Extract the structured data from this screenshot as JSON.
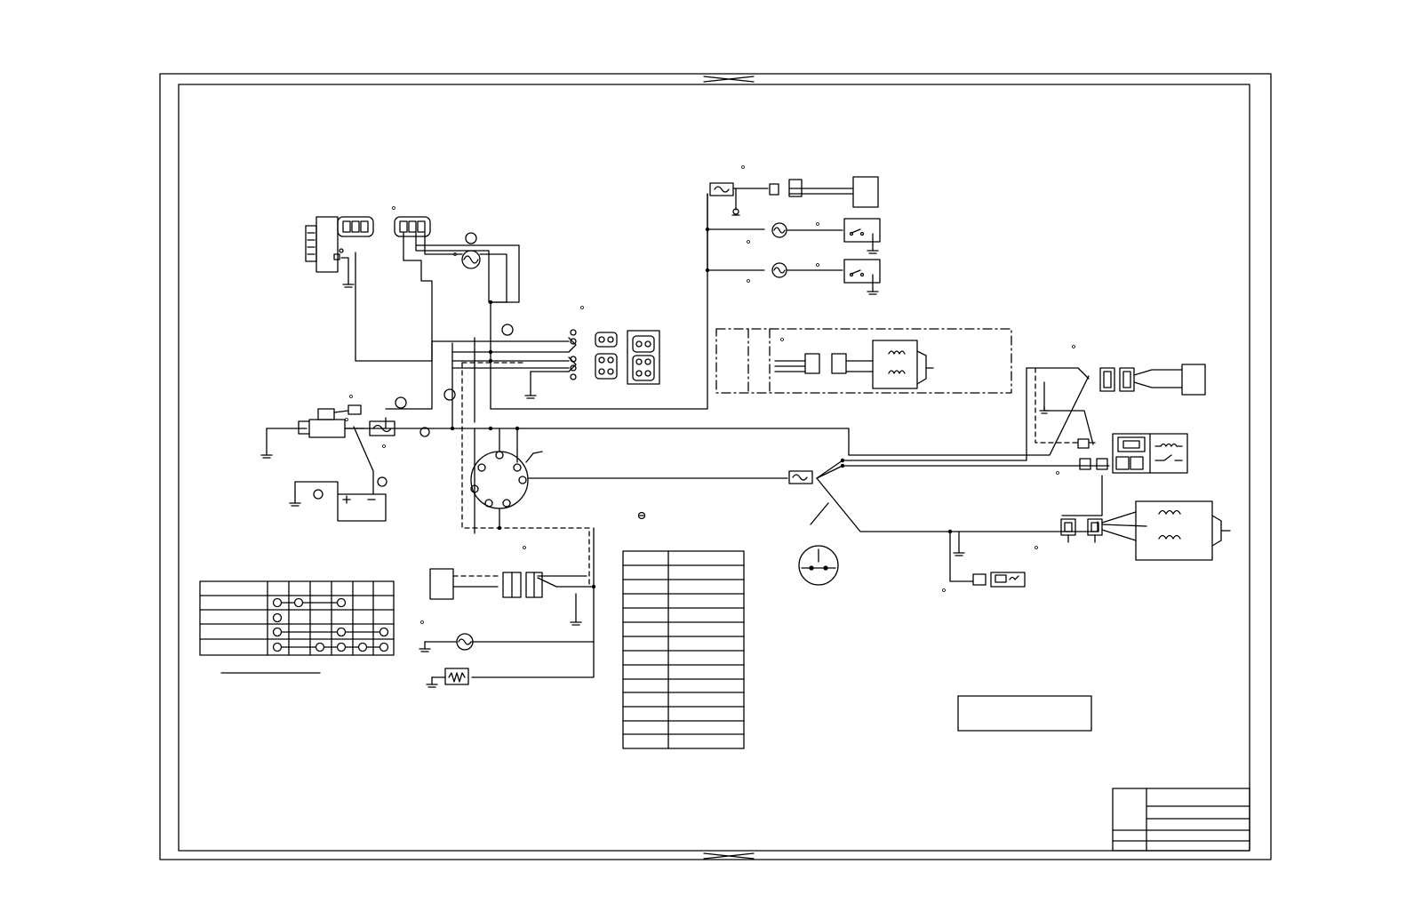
{
  "sheet": {
    "line_color": "#000000",
    "background": "#ffffff"
  },
  "symbols": {
    "ground": "ground-icon",
    "fuse": "fuse-icon",
    "lamp": "lamp-icon",
    "switch": "switch-icon",
    "connector": "connector-icon",
    "coil": "coil-icon",
    "resistor": "resistor-icon",
    "battery": "battery-icon",
    "ignition_switch": "ignition-switch-icon"
  },
  "tables": {
    "switch_table": {
      "rows": 5,
      "columns": 6
    },
    "wire_color_table": {
      "rows": 14,
      "columns": 2
    }
  }
}
